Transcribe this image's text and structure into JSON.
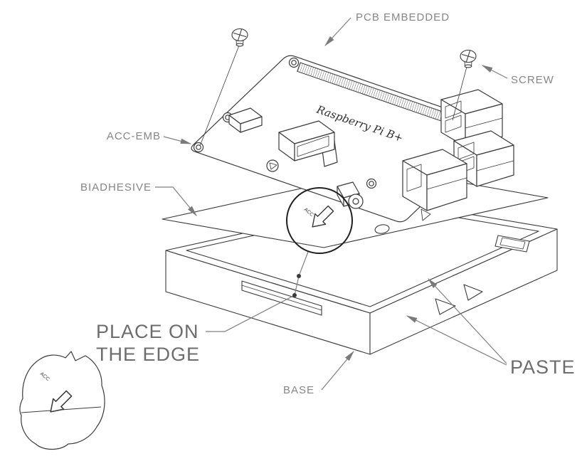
{
  "labels": {
    "pcb_embedded": "PCB EMBEDDED",
    "screw": "SCREW",
    "acc_emb": "ACC-EMB",
    "biadhesive": "BIADHESIVE",
    "place_on_edge_line1": "PLACE ON",
    "place_on_edge_line2": "THE EDGE",
    "base": "BASE",
    "paste": "PASTE"
  },
  "board": {
    "silkscreen_text": "Raspberry Pi B+"
  },
  "detail_markings": {
    "adhesive_code": "ACC"
  },
  "colors": {
    "background": "#ffffff",
    "drawing_line": "#3b3b3b",
    "label_text": "#868686",
    "large_label_text": "#6d6d6d",
    "leader_line": "#7f7f7f"
  }
}
